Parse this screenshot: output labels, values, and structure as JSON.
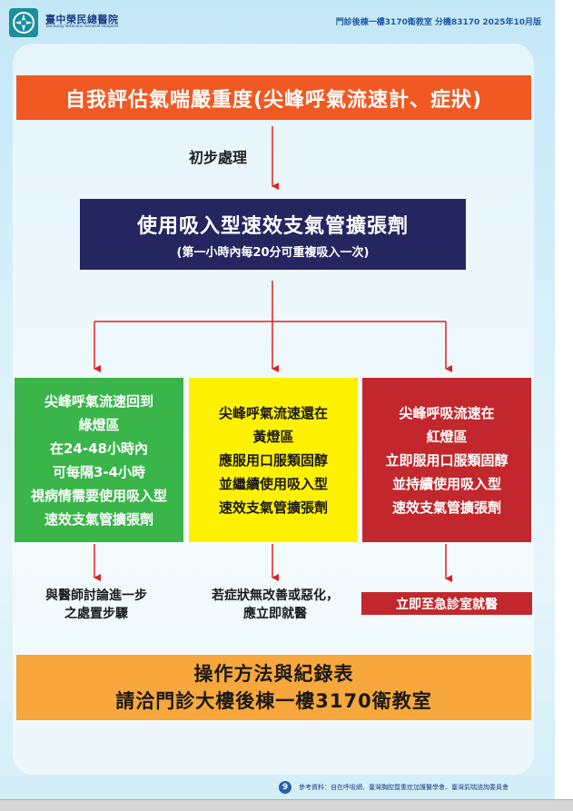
{
  "header": {
    "org_name_cn": "臺中榮民總醫院",
    "org_name_en": "Taichung Veterans General Hospital",
    "info": "門診後棟一樓3170衛教室 分機83170 2025年10月版"
  },
  "title": "自我評估氣喘嚴重度(尖峰呼氣流速計、症狀)",
  "step_label": "初步處理",
  "treatment": {
    "main": "使用吸入型速效支氣管擴張劑",
    "sub": "(第一小時內每20分可重複吸入一次)"
  },
  "zones": {
    "green": "尖峰呼氣流速回到\n綠燈區\n在24-48小時內\n可每隔3-4小時\n視病情需要使用吸入型\n速效支氣管擴張劑",
    "yellow": "尖峰呼氣流速還在\n黃燈區\n應服用口服類固醇\n並繼續使用吸入型\n速效支氣管擴張劑",
    "red": "尖峰呼吸流速在\n紅燈區\n立即服用口服類固醇\n並持續使用吸入型\n速效支氣管擴張劑"
  },
  "outcomes": {
    "green": "與醫師討論進一步\n之處置步驟",
    "yellow": "若症狀無改善或惡化，\n應立即就醫",
    "red": "立即至急診室就醫"
  },
  "info": {
    "line1": "操作方法與紀錄表",
    "line2": "請洽門診大樓後棟一樓3170衛教室"
  },
  "footer": {
    "page_number": "9",
    "reference": "參考資料：自在呼吸網、臺灣胸腔暨重症加護醫學會、臺灣氣喘諮詢委員會"
  },
  "colors": {
    "title_orange": "#f05a22",
    "navy": "#252660",
    "green": "#39b54a",
    "yellow": "#fff200",
    "red": "#c1272d",
    "info_orange": "#f7a73b",
    "arrow_red": "#e02020"
  },
  "icons": {
    "logo": "hospital-logo-icon",
    "arrow": "arrow-down-icon"
  }
}
